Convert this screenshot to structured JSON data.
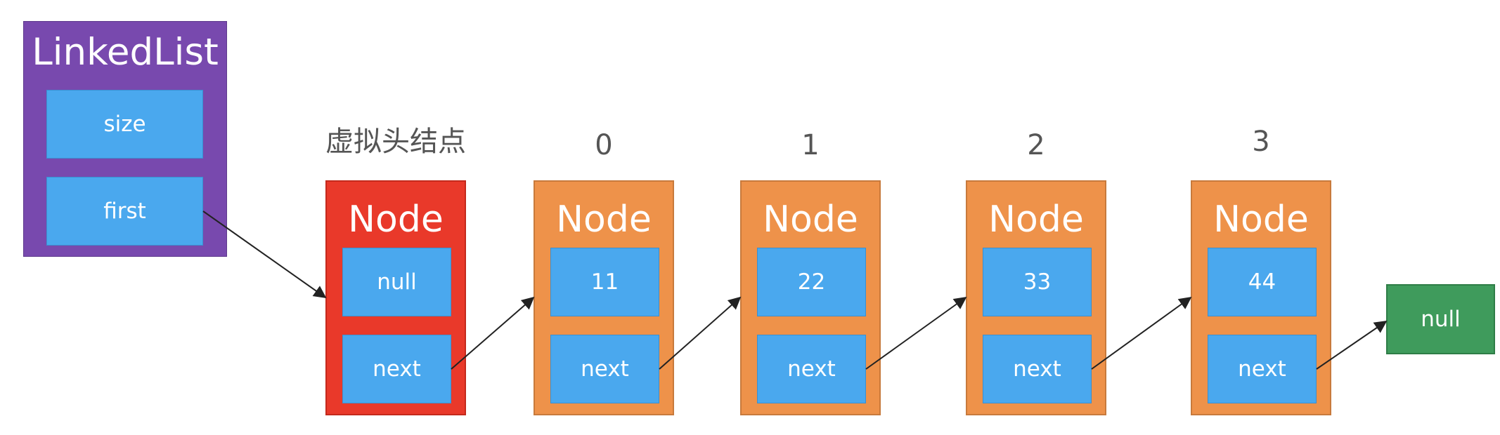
{
  "linked_list": {
    "title": "LinkedList",
    "size_label": "size",
    "first_label": "first"
  },
  "dummy_label": "虚拟头结点",
  "nodes": [
    {
      "index": "",
      "title": "Node",
      "value": "null",
      "next_label": "next"
    },
    {
      "index": "0",
      "title": "Node",
      "value": "11",
      "next_label": "next"
    },
    {
      "index": "1",
      "title": "Node",
      "value": "22",
      "next_label": "next"
    },
    {
      "index": "2",
      "title": "Node",
      "value": "33",
      "next_label": "next"
    },
    {
      "index": "3",
      "title": "Node",
      "value": "44",
      "next_label": "next"
    }
  ],
  "tail": {
    "label": "null"
  },
  "colors": {
    "linked_list_bg": "#7849AE",
    "field_bg": "#4AA8EE",
    "dummy_node_bg": "#E9392A",
    "node_bg": "#EE924A",
    "null_bg": "#3F9B5C",
    "arrow": "#222222"
  }
}
